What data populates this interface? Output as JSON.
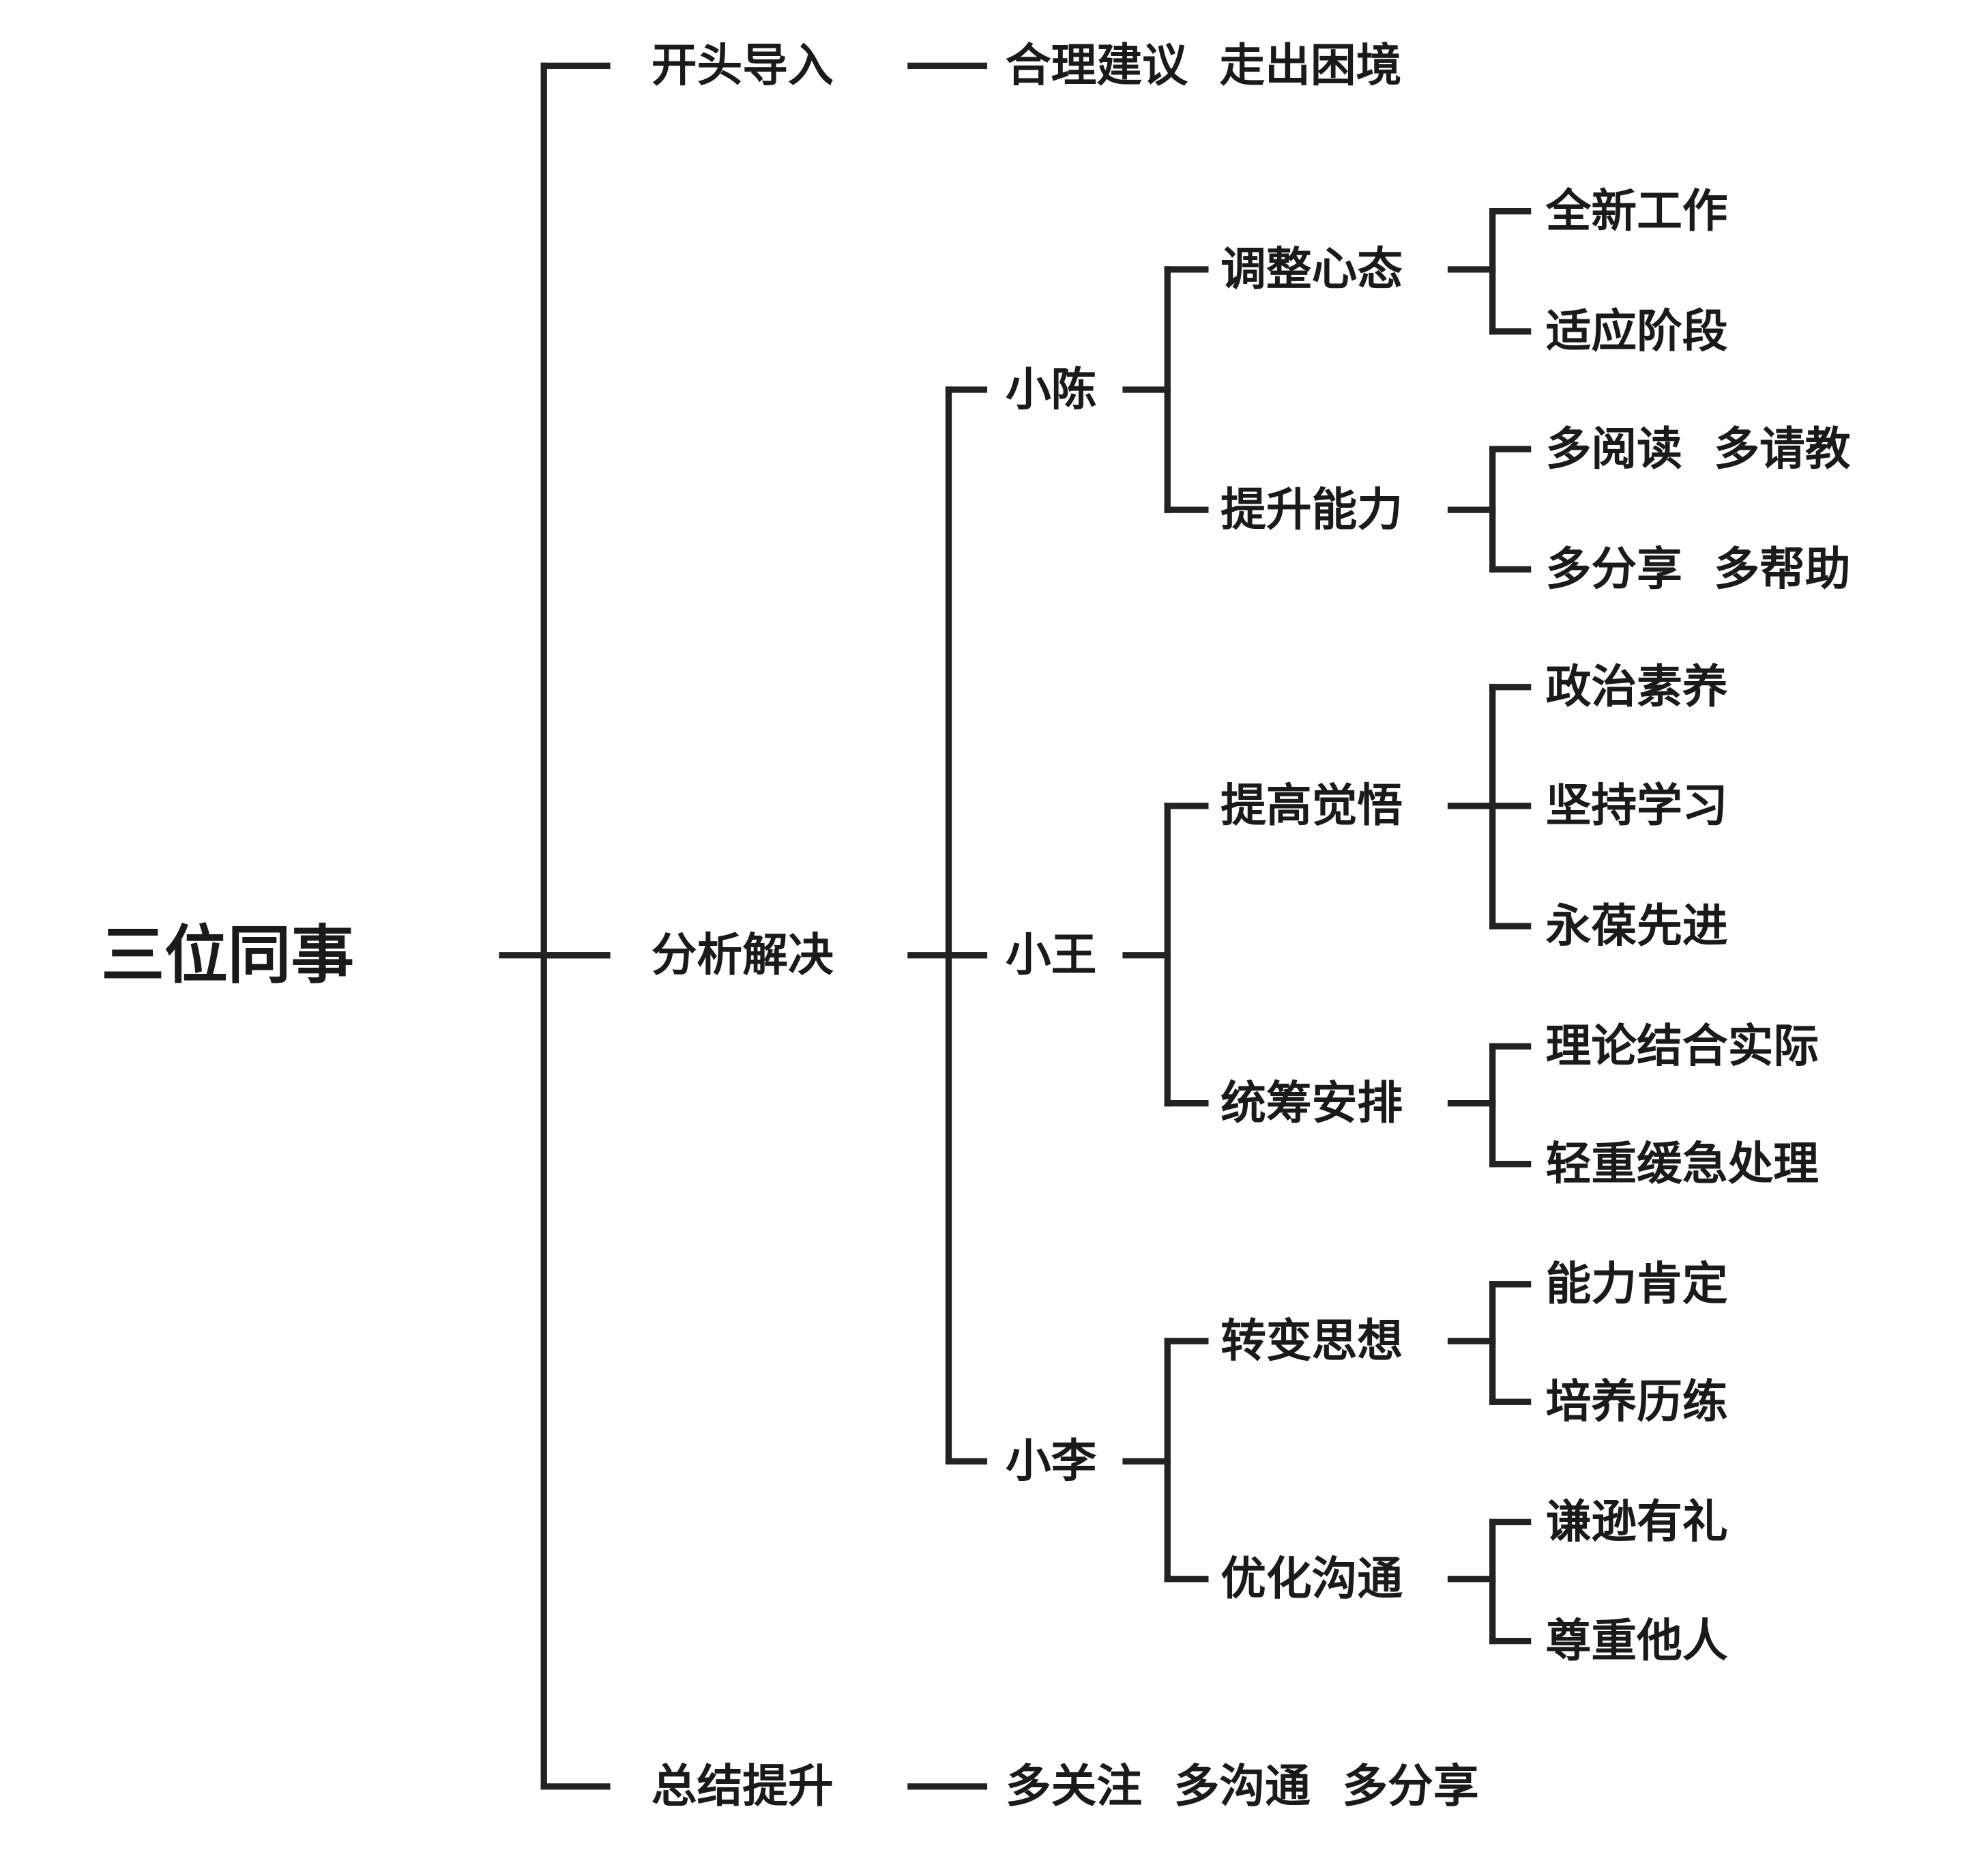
{
  "title": "三位同事",
  "sections": [
    {
      "label": "开头导入",
      "detail": "合理建议  走出困境"
    },
    {
      "label": "分析解决",
      "people": [
        {
          "name": "小陈",
          "items": [
            {
              "label": "调整心态",
              "leaves": [
                "全新工作",
                "适应阶段"
              ]
            },
            {
              "label": "提升能力",
              "leaves": [
                "多阅读  多请教",
                "多分享  多帮助"
              ]
            }
          ]
        },
        {
          "name": "小王",
          "items": [
            {
              "label": "提高觉悟",
              "leaves": [
                "政治素养",
                "坚持学习",
                "永葆先进"
              ]
            },
            {
              "label": "统筹安排",
              "leaves": [
                "理论结合实际",
                "轻重缓急处理"
              ]
            }
          ]
        },
        {
          "name": "小李",
          "items": [
            {
              "label": "转变思想",
              "leaves": [
                "能力肯定",
                "培养历练"
              ]
            },
            {
              "label": "优化沟通",
              "leaves": [
                "谦逊有礼",
                "尊重他人"
              ]
            }
          ]
        }
      ]
    },
    {
      "label": "总结提升",
      "detail": "多关注  多沟通  多分享"
    }
  ],
  "colors": {
    "line": "#222222",
    "text": "#1a1a1a"
  }
}
